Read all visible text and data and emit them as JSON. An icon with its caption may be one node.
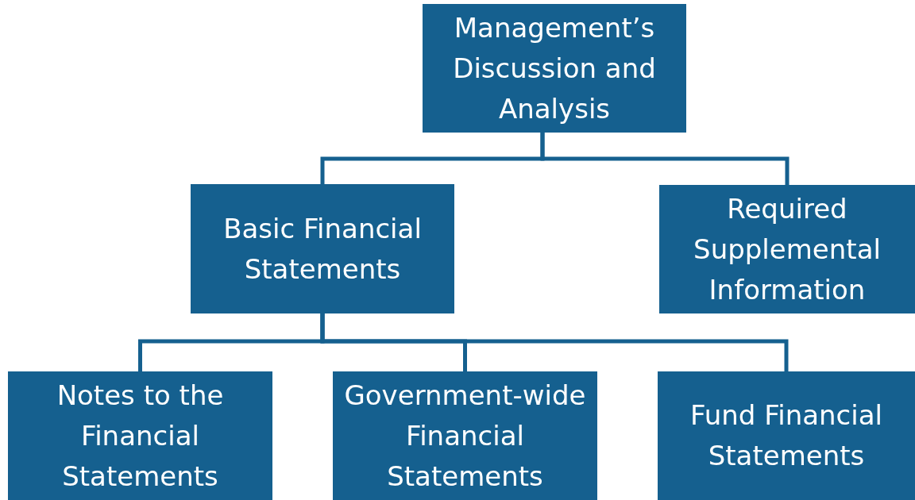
{
  "diagram": {
    "nodes": [
      {
        "text": [
          "Management’s Discussion and Analysis"
        ]
      },
      {
        "text": [
          "Basic Financial Statements"
        ]
      },
      {
        "text": [
          "Required Supplemental Information"
        ]
      },
      {
        "text": [
          "Notes to the Financial Statements"
        ]
      },
      {
        "text": [
          "Government-wide Financial Statements"
        ]
      },
      {
        "text": [
          "Fund Financial Statements"
        ]
      }
    ],
    "edges": [
      {
        "from": 0,
        "to": 1,
        "arrow": "none"
      },
      {
        "from": 0,
        "to": 2,
        "arrow": "none"
      },
      {
        "from": 1,
        "to": 3,
        "arrow": "none"
      },
      {
        "from": 1,
        "to": 4,
        "arrow": "none"
      },
      {
        "from": 1,
        "to": 5,
        "arrow": "none"
      }
    ]
  }
}
